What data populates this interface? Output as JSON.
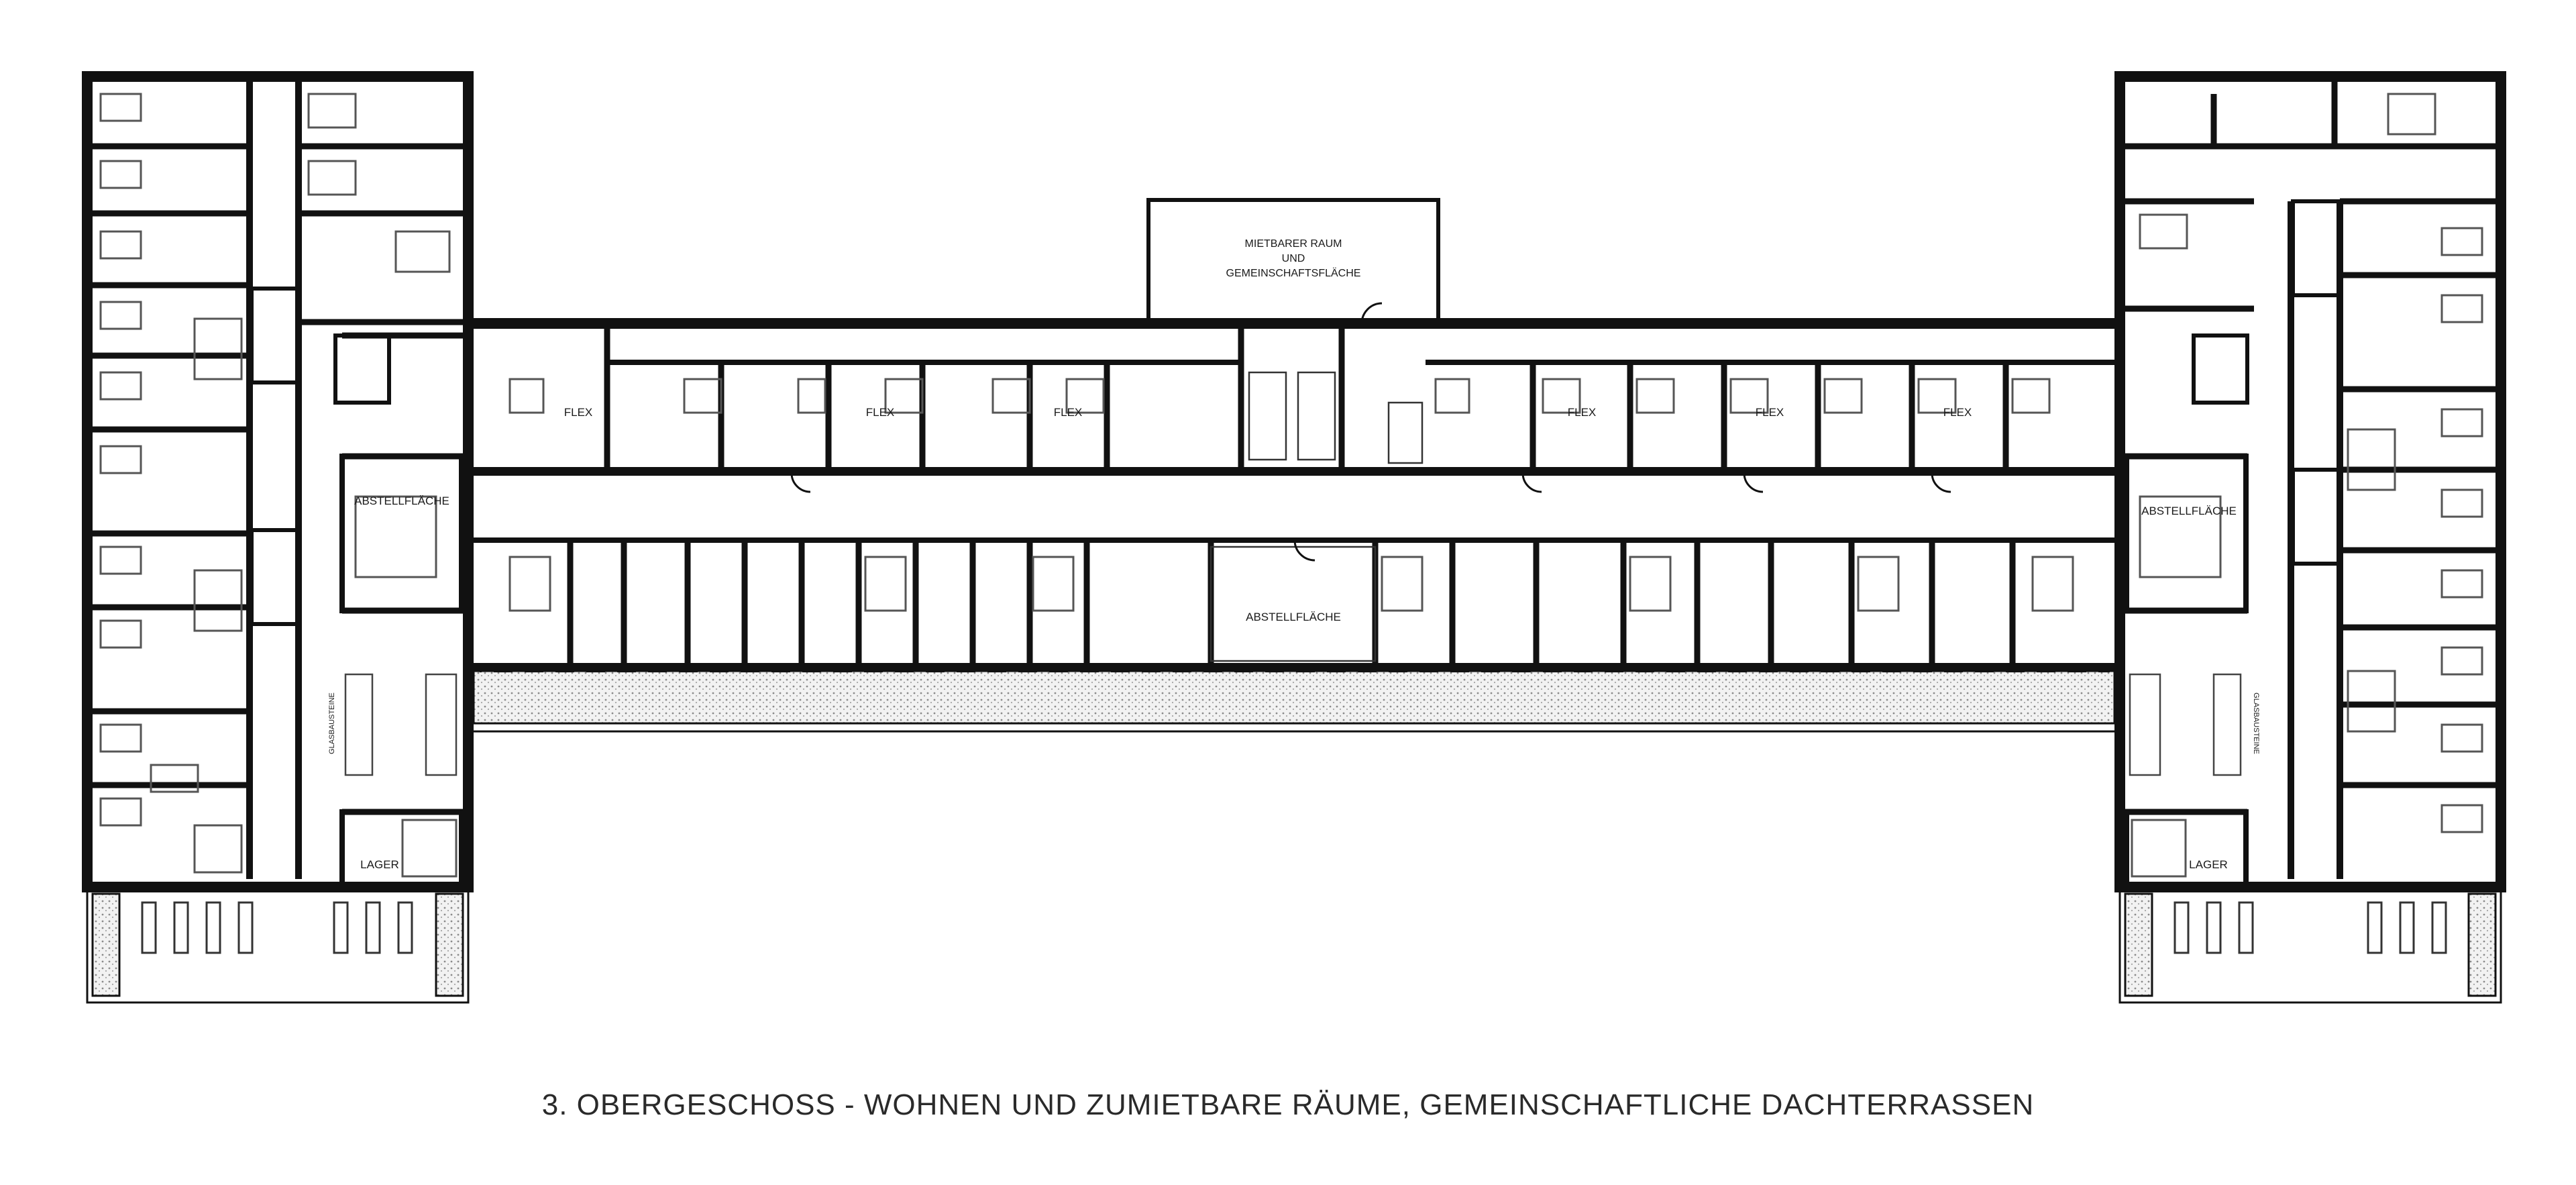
{
  "caption": "3. OBERGESCHOSS - WOHNEN UND ZUMIETBARE RÄUME, GEMEINSCHAFTLICHE DACHTERRASSEN",
  "labels": {
    "mietbar_line1": "MIETBARER RAUM",
    "mietbar_line2": "UND",
    "mietbar_line3": "GEMEINSCHAFTSFLÄCHE",
    "flex": "FLEX",
    "abstell": "ABSTELLFLÄCHE",
    "lager": "LAGER",
    "glasbau": "GLASBAUSTEINE"
  },
  "colors": {
    "ink": "#111111",
    "paper": "#ffffff",
    "hatch": "#9a9a9a"
  }
}
